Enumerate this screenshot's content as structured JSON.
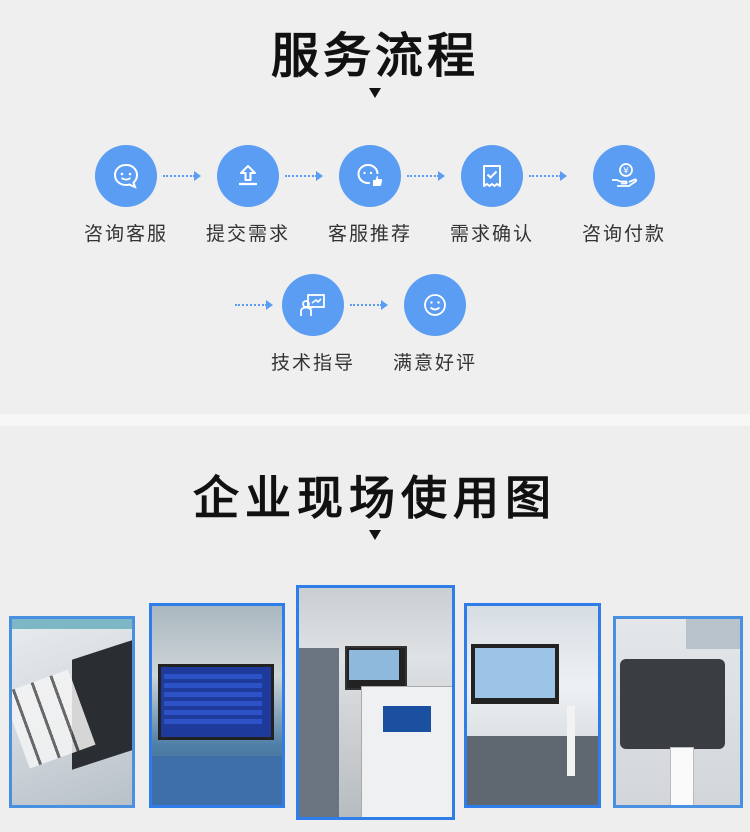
{
  "process": {
    "title": "服务流程",
    "steps": [
      {
        "label": "咨询客服",
        "icon": "chat-icon"
      },
      {
        "label": "提交需求",
        "icon": "upload-icon"
      },
      {
        "label": "客服推荐",
        "icon": "recommend-icon"
      },
      {
        "label": "需求确认",
        "icon": "confirm-icon"
      },
      {
        "label": "咨询付款",
        "icon": "payment-icon"
      },
      {
        "label": "技术指导",
        "icon": "teaching-icon"
      },
      {
        "label": "满意好评",
        "icon": "smile-icon"
      }
    ]
  },
  "usage": {
    "title": "企业现场使用图",
    "photos": [
      "label-printer-output",
      "factory-monitor-screen",
      "industrial-machine-station",
      "workstation-monitor",
      "desktop-label-printer"
    ]
  },
  "colors": {
    "accent": "#5b9df3",
    "frame": "#2f7de9",
    "title": "#111111"
  }
}
